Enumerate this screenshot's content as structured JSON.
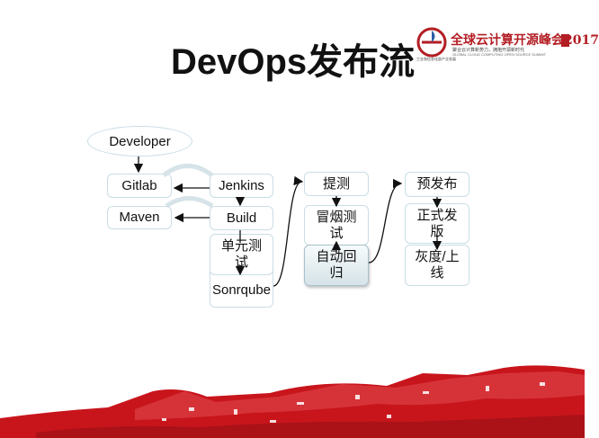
{
  "title": "DevOps发布流",
  "logo": {
    "main": "全球云计算开源峰会2017",
    "sub1": "聚合云计算新势力，拥抱开源新时代",
    "sub2": "GLOBAL CLOUD COMPUTING OPEN SOURCE SUMMIT",
    "caption": "工业和信息化部产业发展"
  },
  "nodes": {
    "developer": "Developer",
    "gitlab": "Gitlab",
    "maven": "Maven",
    "jenkins": "Jenkins",
    "build": "Build",
    "unit_test": "单元测试",
    "sonarqube": "Sonrqube",
    "submit_test": "提测",
    "smoke_test": "冒烟测试",
    "auto_regression": "自动回归",
    "pre_release": "预发布",
    "formal_release": "正式发版",
    "gray_online": "灰度/上线"
  },
  "colors": {
    "brand_red": "#b31e24",
    "box_border": "#c9dde6"
  }
}
